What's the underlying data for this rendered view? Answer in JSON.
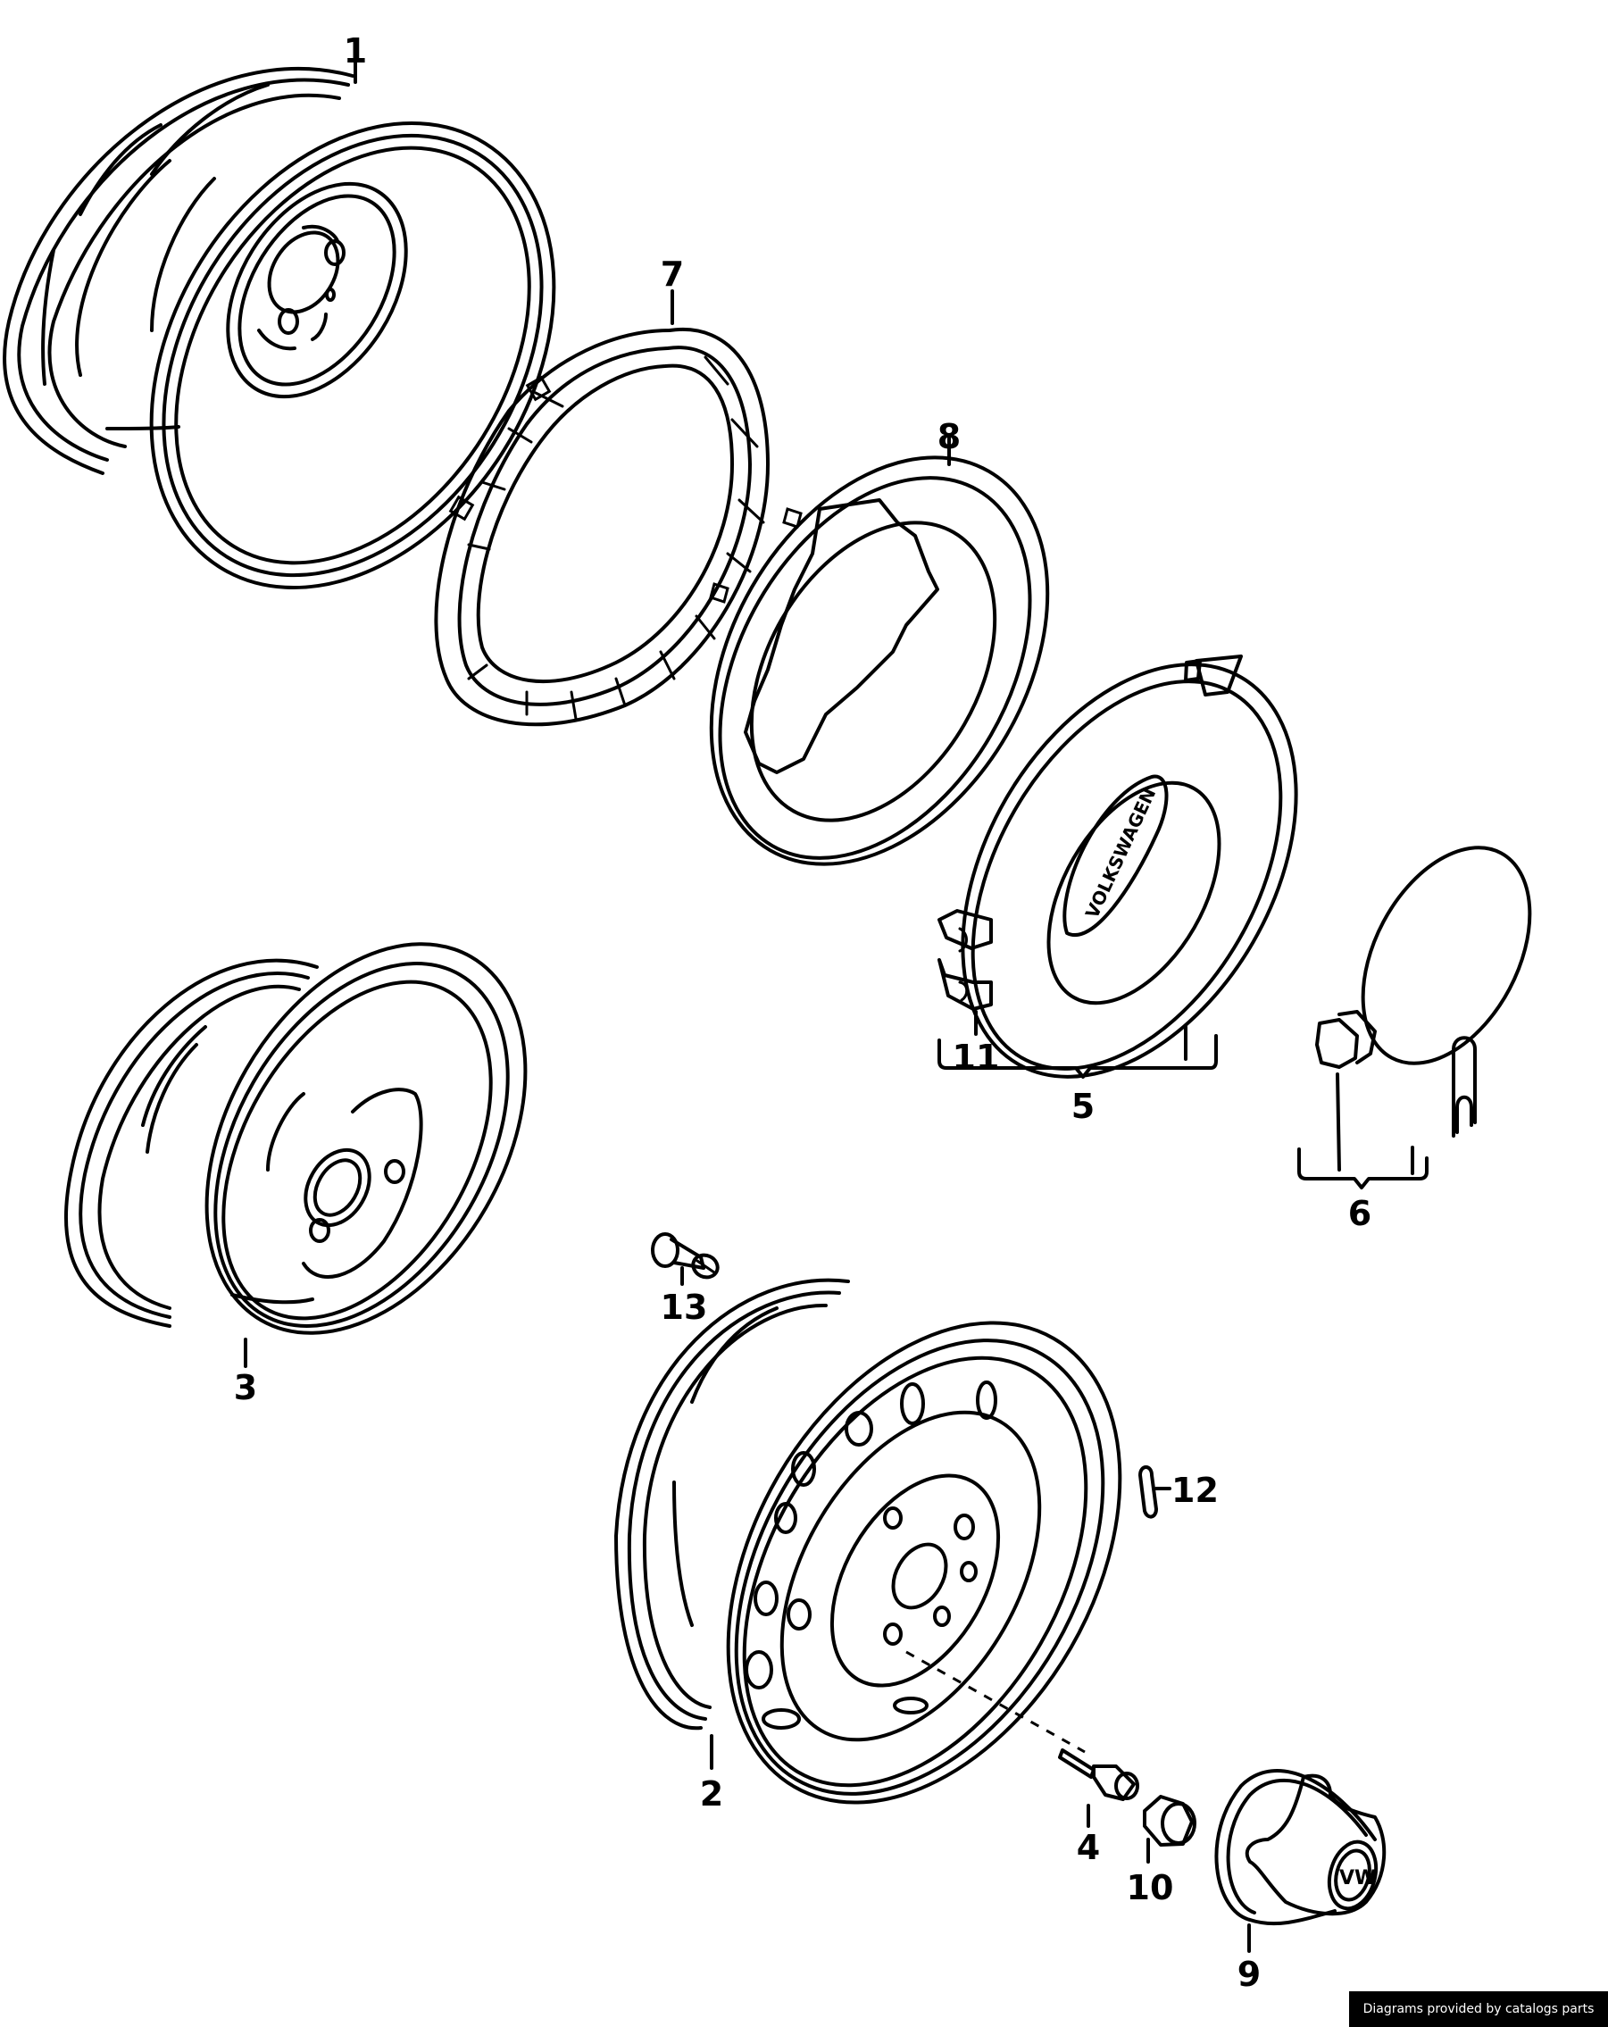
{
  "diagram": {
    "type": "exploded parts diagram",
    "subject": "road wheels, hub caps and fittings",
    "parts": [
      {
        "callout": "1",
        "description": "steel wheel rim (with hub cap fixing)"
      },
      {
        "callout": "2",
        "description": "steel wheel rim (perforated)"
      },
      {
        "callout": "3",
        "description": "steel wheel rim"
      },
      {
        "callout": "4",
        "description": "wheel bolt"
      },
      {
        "callout": "5",
        "description": "full wheel cover set (group bracket)"
      },
      {
        "callout": "6",
        "description": "hub cap set (group bracket)"
      },
      {
        "callout": "7",
        "description": "retaining ring"
      },
      {
        "callout": "8",
        "description": "wheel trim ring"
      },
      {
        "callout": "9",
        "description": "center cap with emblem"
      },
      {
        "callout": "10",
        "description": "bolt cap"
      },
      {
        "callout": "11",
        "description": "retaining clip"
      },
      {
        "callout": "12",
        "description": "balance weight"
      },
      {
        "callout": "13",
        "description": "tyre valve"
      }
    ],
    "emblem_text": "VOLKSWAGEN",
    "center_cap_logo": "VW"
  },
  "footer": {
    "credit": "Diagrams provided by catalogs parts"
  },
  "colors": {
    "line": "#000000",
    "background": "#ffffff",
    "footer_bg": "#000000",
    "footer_text": "#ffffff"
  }
}
